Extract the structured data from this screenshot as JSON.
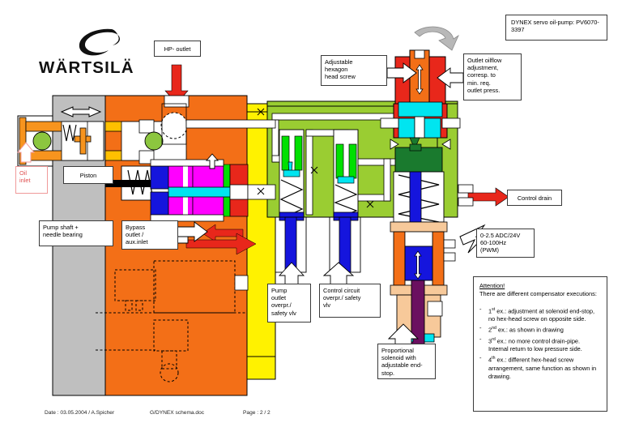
{
  "document": {
    "brand": "WÄRTSILÄ",
    "title_box": "DYNEX servo oil-pump: PV6070-3397"
  },
  "callouts": {
    "hp_outlet": "HP- outlet",
    "oil_inlet": "Oil\ninlet",
    "piston": "Piston",
    "pump_shaft": "Pump shaft +\nneedle bearing",
    "bypass": "Bypass\noutlet /\naux.inlet",
    "adjustable_screw": "Adjustable\nhexagon\nhead screw",
    "outlet_oilflow": "Outlet oilflow\nadjustment,\ncorresp. to\nmin. req.\noutlet press.",
    "control_drain": "Control drain",
    "pump_outlet_valve": "Pump\noutlet\noverpr./\nsafety  vlv",
    "control_circuit_valve": "Control circuit\noverpr./ safety\nvlv",
    "solenoid_signal": "0-2.5 ADC/24V\n60-100Hz\n(PWM)",
    "prop_solenoid": "Proportional\nsolenoid with\nadjustable end-\nstop."
  },
  "attention": {
    "heading": "Attention!",
    "intro": "There are different compensator executions:",
    "items": [
      {
        "dash": "-",
        "ord": "1",
        "sup": "st",
        "text": " ex.: adjustment at solenoid end-stop, no hex-head screw on opposite side."
      },
      {
        "dash": "-",
        "ord": "2",
        "sup": "nd",
        "text": " ex.: as shown in drawing"
      },
      {
        "dash": "-",
        "ord": "3",
        "sup": "rd",
        "text": " ex.: no more control drain-pipe. Internal return to low pressure side."
      },
      {
        "dash": "-",
        "ord": "4",
        "sup": "th",
        "text": " ex.: different hex-head screw arrangement, same function as shown in drawing."
      }
    ]
  },
  "footer": {
    "date": "Date : 03.05.2004 / A.Spicher",
    "file": "G/DYNEX schema.doc",
    "page": "Page : 2 / 2"
  },
  "colors": {
    "orange": "#F36F17",
    "orange_body": "#F4750E",
    "grey": "#BFBFBF",
    "yellow": "#FFF200",
    "olive": "#9ACD32",
    "green_ball": "#8CC63F",
    "dark_green": "#1A7A2E",
    "blue": "#1515DD",
    "magenta": "#FF00FF",
    "cyan": "#00E5F0",
    "red": "#E8271B",
    "amber": "#FFC000",
    "peach": "#F7C99A",
    "purple": "#6B1060",
    "bright_green": "#00E000"
  }
}
